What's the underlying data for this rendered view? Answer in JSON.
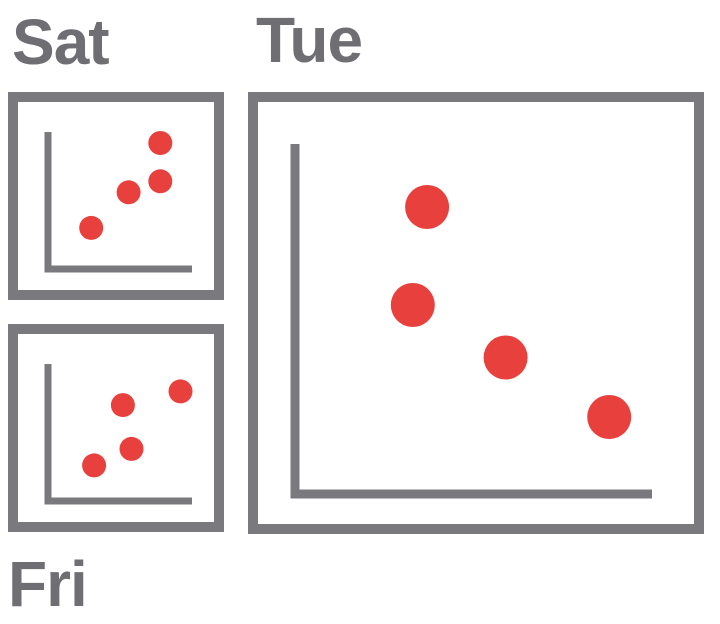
{
  "colors": {
    "frame": "#7a7a7e",
    "label": "#6f6f73",
    "point": "#e8403c"
  },
  "chart_data": [
    {
      "type": "scatter",
      "title": "Sat",
      "xlabel": "",
      "ylabel": "",
      "xlim": [
        0,
        10
      ],
      "ylim": [
        0,
        10
      ],
      "grid": false,
      "x": [
        3,
        5.6,
        7.8,
        7.8
      ],
      "y": [
        3,
        5.6,
        6.4,
        9.2
      ]
    },
    {
      "type": "scatter",
      "title": "Fri",
      "xlabel": "",
      "ylabel": "",
      "xlim": [
        0,
        10
      ],
      "ylim": [
        0,
        10
      ],
      "grid": false,
      "x": [
        3.2,
        5.8,
        5.2,
        9.2
      ],
      "y": [
        2.6,
        3.8,
        7.0,
        8.0
      ]
    },
    {
      "type": "scatter",
      "title": "Tue",
      "xlabel": "",
      "ylabel": "",
      "xlim": [
        0,
        10
      ],
      "ylim": [
        0,
        10
      ],
      "grid": false,
      "x": [
        3.7,
        3.3,
        5.9,
        8.8
      ],
      "y": [
        8.2,
        5.4,
        3.9,
        2.2
      ]
    }
  ]
}
